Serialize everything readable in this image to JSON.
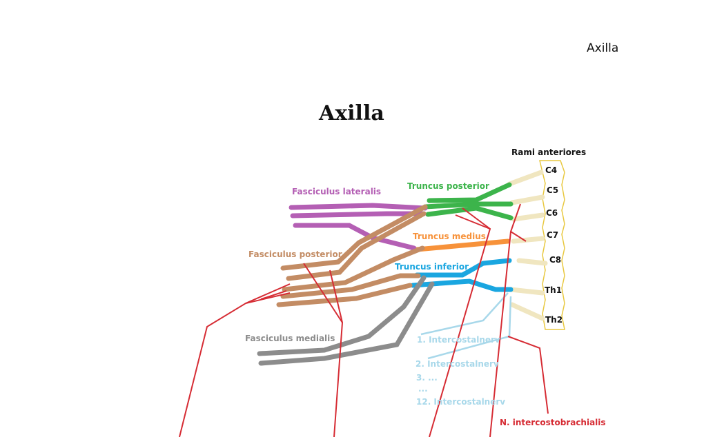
{
  "header": {
    "label": "Axilla"
  },
  "title": "Axilla",
  "diagram": {
    "rami_header": "Rami anteriores",
    "roots": [
      "C4",
      "C5",
      "C6",
      "C7",
      "C8",
      "Th1",
      "Th2"
    ],
    "trunci": {
      "posterior": "Truncus posterior",
      "medius": "Truncus medius",
      "inferior": "Truncus inferior"
    },
    "fasciculi": {
      "lateralis": "Fasciculus lateralis",
      "posterior": "Fasciculus posterior",
      "medialis": "Fasciculus medialis"
    },
    "intercostal": {
      "n1": "1. Intercostalnerv",
      "n2": "2. Intercostalnerv",
      "n3": "3.  ...",
      "dots": "...",
      "n12": "12. Intercostalnerv"
    },
    "intercostobrachialis": "N. intercostobrachialis",
    "colors": {
      "lateralis": "#b45fb4",
      "posterior_trunk": "#3cb44b",
      "medius": "#f7923a",
      "inferior": "#1aa6e0",
      "fasc_posterior": "#c38c64",
      "medialis": "#8c8c8c",
      "intercostal": "#a8d8ea",
      "red": "#d62c34",
      "roots": "#f0e6c0",
      "spine_outline": "#e8c840"
    }
  }
}
